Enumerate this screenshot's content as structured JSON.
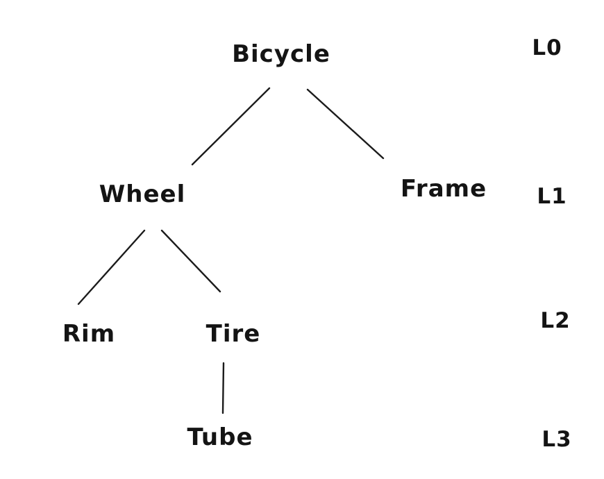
{
  "diagram": {
    "type": "tree",
    "style": "hand-drawn",
    "colors": {
      "ink": "#1b1b1b",
      "background": "#ffffff"
    },
    "nodes": [
      {
        "id": "bicycle",
        "label": "Bicycle",
        "level": 0,
        "parent": null
      },
      {
        "id": "wheel",
        "label": "Wheel",
        "level": 1,
        "parent": "bicycle"
      },
      {
        "id": "frame",
        "label": "Frame",
        "level": 1,
        "parent": "bicycle"
      },
      {
        "id": "rim",
        "label": "Rim",
        "level": 2,
        "parent": "wheel"
      },
      {
        "id": "tire",
        "label": "Tire",
        "level": 2,
        "parent": "wheel"
      },
      {
        "id": "tube",
        "label": "Tube",
        "level": 3,
        "parent": "tire"
      }
    ],
    "edges": [
      {
        "from": "bicycle",
        "to": "wheel"
      },
      {
        "from": "bicycle",
        "to": "frame"
      },
      {
        "from": "wheel",
        "to": "rim"
      },
      {
        "from": "wheel",
        "to": "tire"
      },
      {
        "from": "tire",
        "to": "tube"
      }
    ],
    "level_labels": [
      "L0",
      "L1",
      "L2",
      "L3"
    ]
  }
}
